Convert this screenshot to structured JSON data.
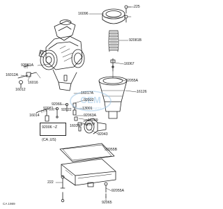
{
  "labels": {
    "p16096": "16096",
    "p225_top": "225",
    "p92081b": "92081B",
    "p16067": "16067",
    "p92055a_right": "92055A",
    "p16126": "16126",
    "p92081a": "92081A",
    "p16012a": "16012A",
    "p16012": "16012",
    "p16016": "16016",
    "p16017a": "16017A",
    "p92066": "92066",
    "p92022": "92022",
    "p13001": "13001",
    "p92081": "92081",
    "p92063a": "92063A",
    "p16009": "16009",
    "p92037": "92037",
    "p16014": "16014",
    "p16031": "16031",
    "p92043": "92043",
    "p92055b": "92055B",
    "p92055a_bottom": "92055A",
    "p92065": "92065",
    "p222": "222",
    "p92006_ca": "92006 ~Z",
    "ca_note": "(CA ,US)",
    "footer": "CA 1989"
  },
  "watermark": {
    "brand": "OEM",
    "sub": "MOTORPARTS"
  },
  "colors": {
    "line": "#1c1c1c",
    "watermark": "#9fc7e6"
  }
}
